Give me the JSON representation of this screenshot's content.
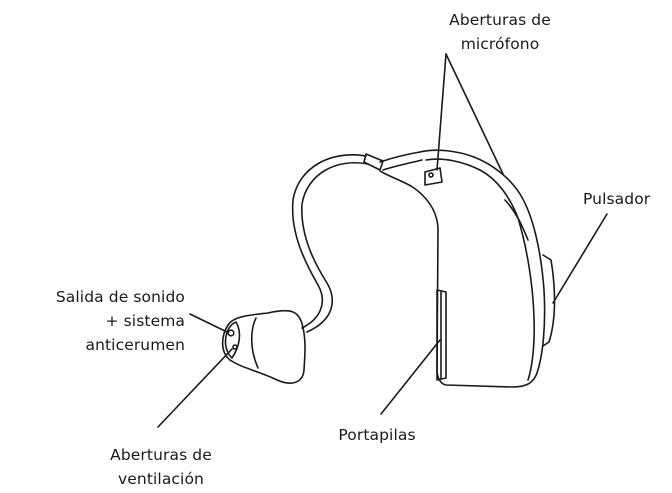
{
  "labels": {
    "microphone": [
      "Aberturas de",
      "micrófono"
    ],
    "button": [
      "Pulsador"
    ],
    "sound_outlet": [
      "Salida de sonido",
      "+ sistema",
      "anticerumen"
    ],
    "battery_holder": [
      "Portapilas"
    ],
    "vent": [
      "Aberturas de",
      "ventilación"
    ]
  },
  "colors": {
    "stroke": "#1a1a1a",
    "background": "#ffffff"
  }
}
